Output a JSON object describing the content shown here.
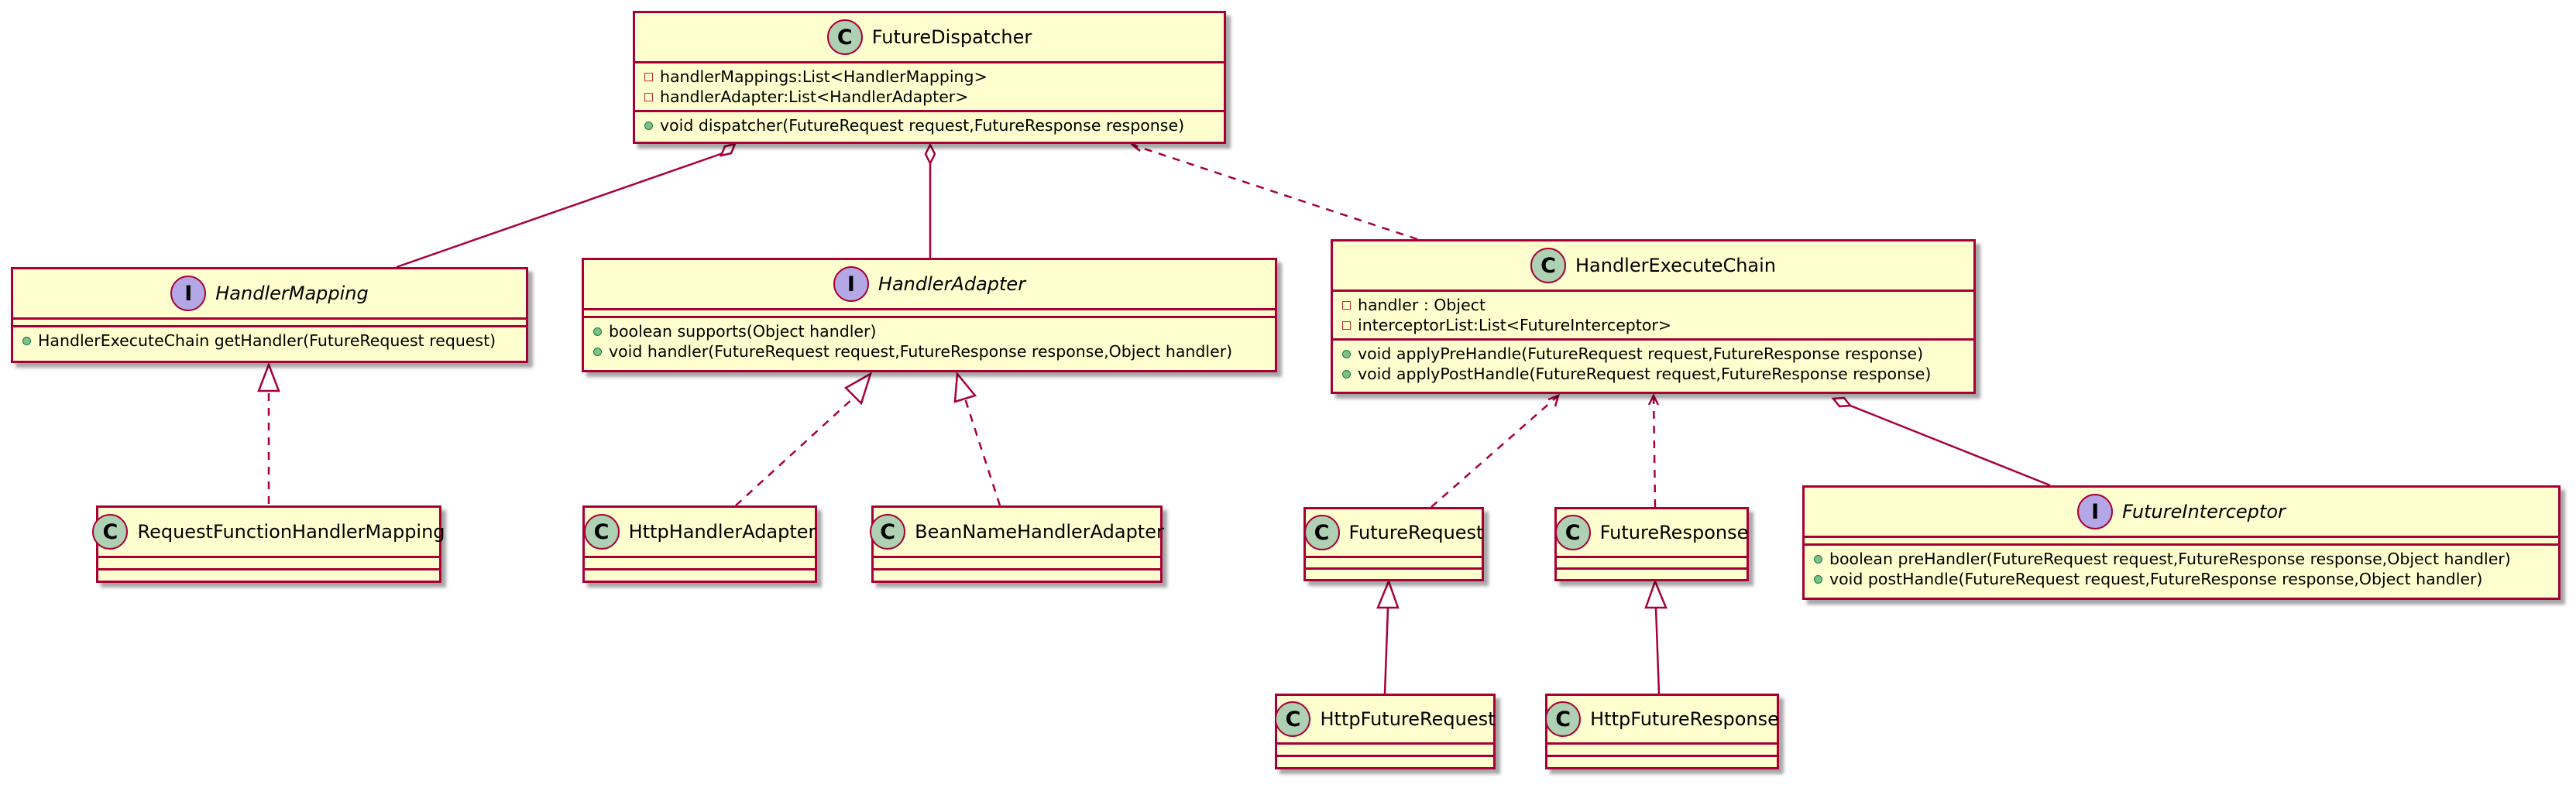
{
  "classes": {
    "futureDispatcher": {
      "kind": "C",
      "name": "FutureDispatcher",
      "fields": [
        {
          "visibility": "private",
          "text": "handlerMappings:List<HandlerMapping>"
        },
        {
          "visibility": "private",
          "text": "handlerAdapter:List<HandlerAdapter>"
        }
      ],
      "methods": [
        {
          "visibility": "public",
          "text": "void dispatcher(FutureRequest request,FutureResponse response)"
        }
      ]
    },
    "handlerMapping": {
      "kind": "I",
      "name": "HandlerMapping",
      "methods": [
        {
          "visibility": "public",
          "text": "HandlerExecuteChain getHandler(FutureRequest request)"
        }
      ]
    },
    "handlerAdapter": {
      "kind": "I",
      "name": "HandlerAdapter",
      "methods": [
        {
          "visibility": "public",
          "text": "boolean supports(Object handler)"
        },
        {
          "visibility": "public",
          "text": "void handler(FutureRequest request,FutureResponse response,Object handler)"
        }
      ]
    },
    "handlerExecuteChain": {
      "kind": "C",
      "name": "HandlerExecuteChain",
      "fields": [
        {
          "visibility": "private",
          "text": "handler : Object"
        },
        {
          "visibility": "private",
          "text": "interceptorList:List<FutureInterceptor>"
        }
      ],
      "methods": [
        {
          "visibility": "public",
          "text": "void applyPreHandle(FutureRequest request,FutureResponse response)"
        },
        {
          "visibility": "public",
          "text": "void applyPostHandle(FutureRequest request,FutureResponse response)"
        }
      ]
    },
    "requestFunctionHandlerMapping": {
      "kind": "C",
      "name": "RequestFunctionHandlerMapping"
    },
    "httpHandlerAdapter": {
      "kind": "C",
      "name": "HttpHandlerAdapter"
    },
    "beanNameHandlerAdapter": {
      "kind": "C",
      "name": "BeanNameHandlerAdapter"
    },
    "futureRequest": {
      "kind": "C",
      "name": "FutureRequest"
    },
    "futureResponse": {
      "kind": "C",
      "name": "FutureResponse"
    },
    "futureInterceptor": {
      "kind": "I",
      "name": "FutureInterceptor",
      "methods": [
        {
          "visibility": "public",
          "text": "boolean preHandler(FutureRequest request,FutureResponse response,Object handler)"
        },
        {
          "visibility": "public",
          "text": "void postHandle(FutureRequest request,FutureResponse response,Object handler)"
        }
      ]
    },
    "httpFutureRequest": {
      "kind": "C",
      "name": "HttpFutureRequest"
    },
    "httpFutureResponse": {
      "kind": "C",
      "name": "HttpFutureResponse"
    }
  },
  "relations": [
    {
      "from": "futureDispatcher",
      "to": "handlerMapping",
      "type": "aggregation"
    },
    {
      "from": "futureDispatcher",
      "to": "handlerAdapter",
      "type": "aggregation"
    },
    {
      "from": "handlerExecuteChain",
      "to": "futureDispatcher",
      "type": "dependency"
    },
    {
      "from": "requestFunctionHandlerMapping",
      "to": "handlerMapping",
      "type": "realization"
    },
    {
      "from": "httpHandlerAdapter",
      "to": "handlerAdapter",
      "type": "realization"
    },
    {
      "from": "beanNameHandlerAdapter",
      "to": "handlerAdapter",
      "type": "realization"
    },
    {
      "from": "futureRequest",
      "to": "handlerExecuteChain",
      "type": "dependency"
    },
    {
      "from": "futureResponse",
      "to": "handlerExecuteChain",
      "type": "dependency"
    },
    {
      "from": "handlerExecuteChain",
      "to": "futureInterceptor",
      "type": "aggregation"
    },
    {
      "from": "httpFutureRequest",
      "to": "futureRequest",
      "type": "generalization"
    },
    {
      "from": "httpFutureResponse",
      "to": "futureResponse",
      "type": "generalization"
    }
  ],
  "colors": {
    "border": "#A80036",
    "fill": "#FEFECE",
    "class_badge": "#ADD1B2",
    "interface_badge": "#B4A7E5"
  }
}
